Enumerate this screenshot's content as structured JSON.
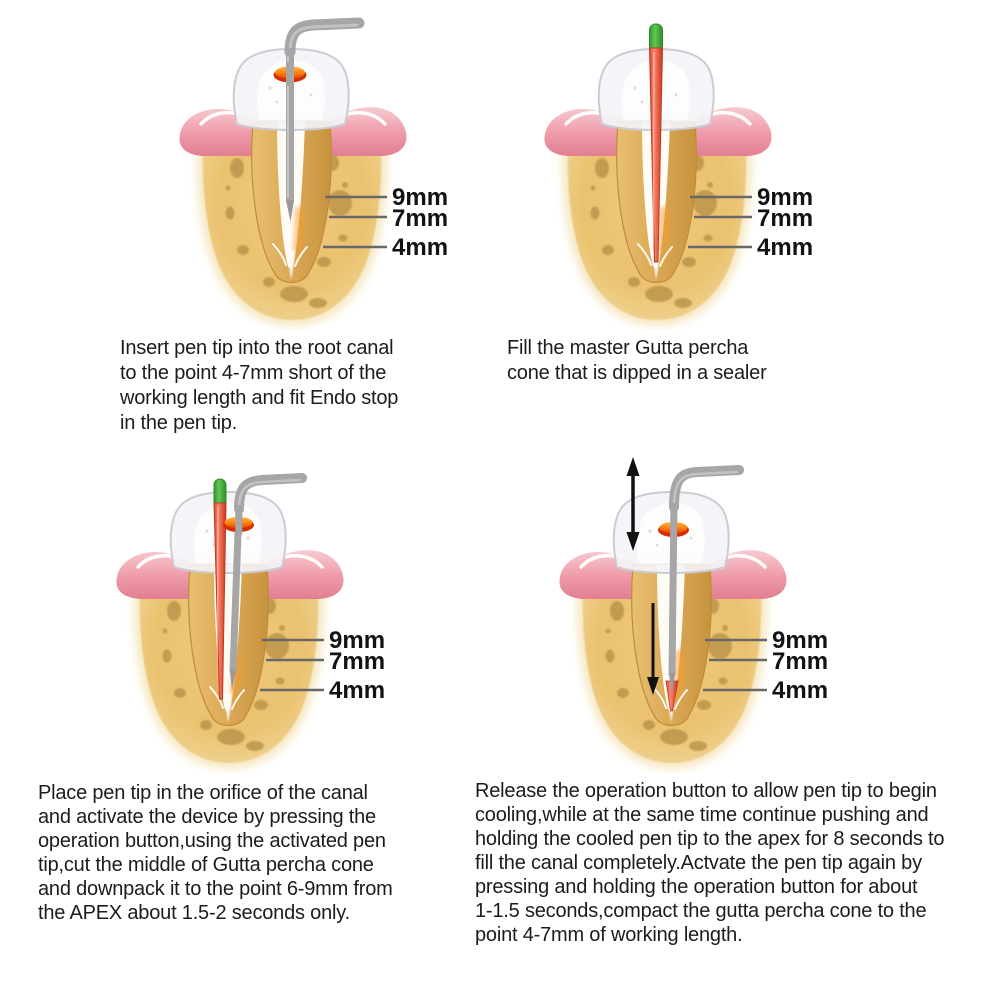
{
  "depth_labels": {
    "l1": "9mm",
    "l2": "7mm",
    "l3": "4mm"
  },
  "panels": [
    {
      "caption": "Insert pen tip into the root canal\nto the point 4-7mm short of the\nworking length and fit Endo stop\nin the pen tip."
    },
    {
      "caption": "Fill the master Gutta percha\ncone that is dipped in a sealer"
    },
    {
      "caption": "Place pen tip in the orifice of the canal\nand activate the device by pressing the\noperation button,using the activated pen\ntip,cut the middle of Gutta percha cone\nand downpack it to the point 6-9mm from\nthe APEX about 1.5-2 seconds only."
    },
    {
      "caption": "Release the operation button to allow pen tip to begin\ncooling,while at the same time continue pushing and\nholding the cooled pen tip to the apex for 8 seconds to\nfill the canal completely.Actvate the pen tip again by\npressing and holding the operation button for about\n1-1.5 seconds,compact the gutta percha cone to the\npoint 4-7mm of working length."
    }
  ],
  "colors": {
    "background": "#ffffff",
    "caption_text": "#1c1c1c",
    "bone": "#ecc573",
    "bone_spot": "#b9924a",
    "gum_pink": "#f2aab6",
    "root_dentin": "#d8a855",
    "crown_enamel": "#f4f4f8",
    "pen_gray": "#a6a6a6",
    "endo_stop_orange": "#ff8412",
    "endo_stop_rim_red": "#d42f00",
    "gutta_percha_red": "#ef6a52",
    "cone_tip_green": "#3cb23a",
    "leader_line": "#686868",
    "arrow_black": "#111111"
  }
}
